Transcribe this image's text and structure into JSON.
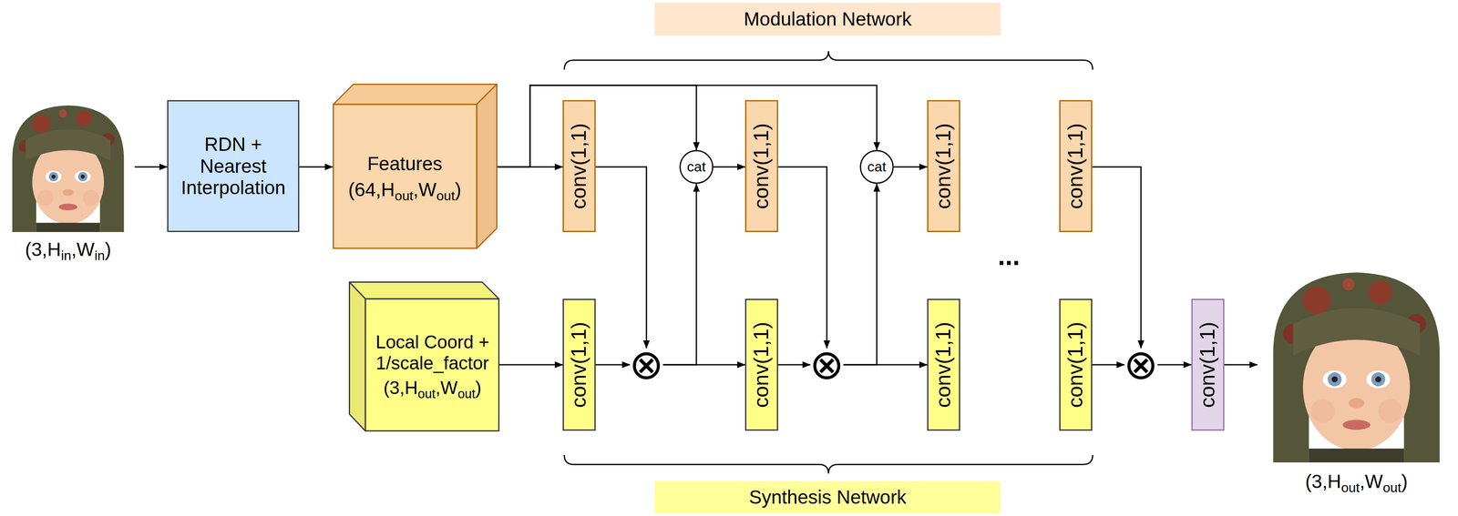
{
  "diagram": {
    "nodes": [
      {
        "text": [
          "Modulation Network"
        ]
      },
      {
        "text": [
          "(3,Hin,Win)"
        ]
      },
      {
        "text": [
          "RDN + Nearest Interpolation"
        ]
      },
      {
        "text": [
          "Features",
          "(64,Hout,Wout)"
        ]
      },
      {
        "text": [
          "conv(1,1)"
        ]
      },
      {
        "text": [
          "cat"
        ]
      },
      {
        "text": [
          "conv(1,1)"
        ]
      },
      {
        "text": [
          "cat"
        ]
      },
      {
        "text": [
          "conv(1,1)"
        ]
      },
      {
        "text": [
          "conv(1,1)"
        ]
      },
      {
        "text": [
          "Local Coord + 1/scale_factor",
          "(3,Hout,Wout)"
        ]
      },
      {
        "text": [
          "conv(1,1)"
        ]
      },
      {
        "text": [
          "⊗"
        ]
      },
      {
        "text": [
          "conv(1,1)"
        ]
      },
      {
        "text": [
          "⊗"
        ]
      },
      {
        "text": [
          "conv(1,1)"
        ]
      },
      {
        "text": [
          "conv(1,1)"
        ]
      },
      {
        "text": [
          "⊗"
        ]
      },
      {
        "text": [
          "conv(1,1)"
        ]
      },
      {
        "text": [
          "(3,Hout,Wout)"
        ]
      },
      {
        "text": [
          "Synthesis Network"
        ]
      }
    ],
    "edges": [
      {
        "from": 1,
        "to": 2,
        "arrow": "to"
      },
      {
        "from": 2,
        "to": 3,
        "arrow": "to"
      },
      {
        "from": 3,
        "to": 4,
        "arrow": "to"
      },
      {
        "from": 3,
        "to": 5,
        "arrow": "to"
      },
      {
        "from": 3,
        "to": 7,
        "arrow": "to"
      },
      {
        "from": 4,
        "to": 12,
        "arrow": "to"
      },
      {
        "from": 10,
        "to": 11,
        "arrow": "to"
      },
      {
        "from": 11,
        "to": 12,
        "arrow": "to"
      },
      {
        "from": 12,
        "to": 13,
        "arrow": "to"
      },
      {
        "from": 12,
        "to": 5,
        "arrow": "to"
      },
      {
        "from": 5,
        "to": 6,
        "arrow": "to"
      },
      {
        "from": 6,
        "to": 14,
        "arrow": "to"
      },
      {
        "from": 13,
        "to": 14,
        "arrow": "to"
      },
      {
        "from": 14,
        "to": 15,
        "arrow": "to"
      },
      {
        "from": 14,
        "to": 7,
        "arrow": "to"
      },
      {
        "from": 7,
        "to": 8,
        "arrow": "to"
      },
      {
        "from": 9,
        "to": 17,
        "arrow": "to"
      },
      {
        "from": 16,
        "to": 17,
        "arrow": "to"
      },
      {
        "from": 17,
        "to": 18,
        "arrow": "to"
      },
      {
        "from": 18,
        "to": 19,
        "arrow": "to"
      }
    ],
    "labels": [
      "..."
    ]
  }
}
